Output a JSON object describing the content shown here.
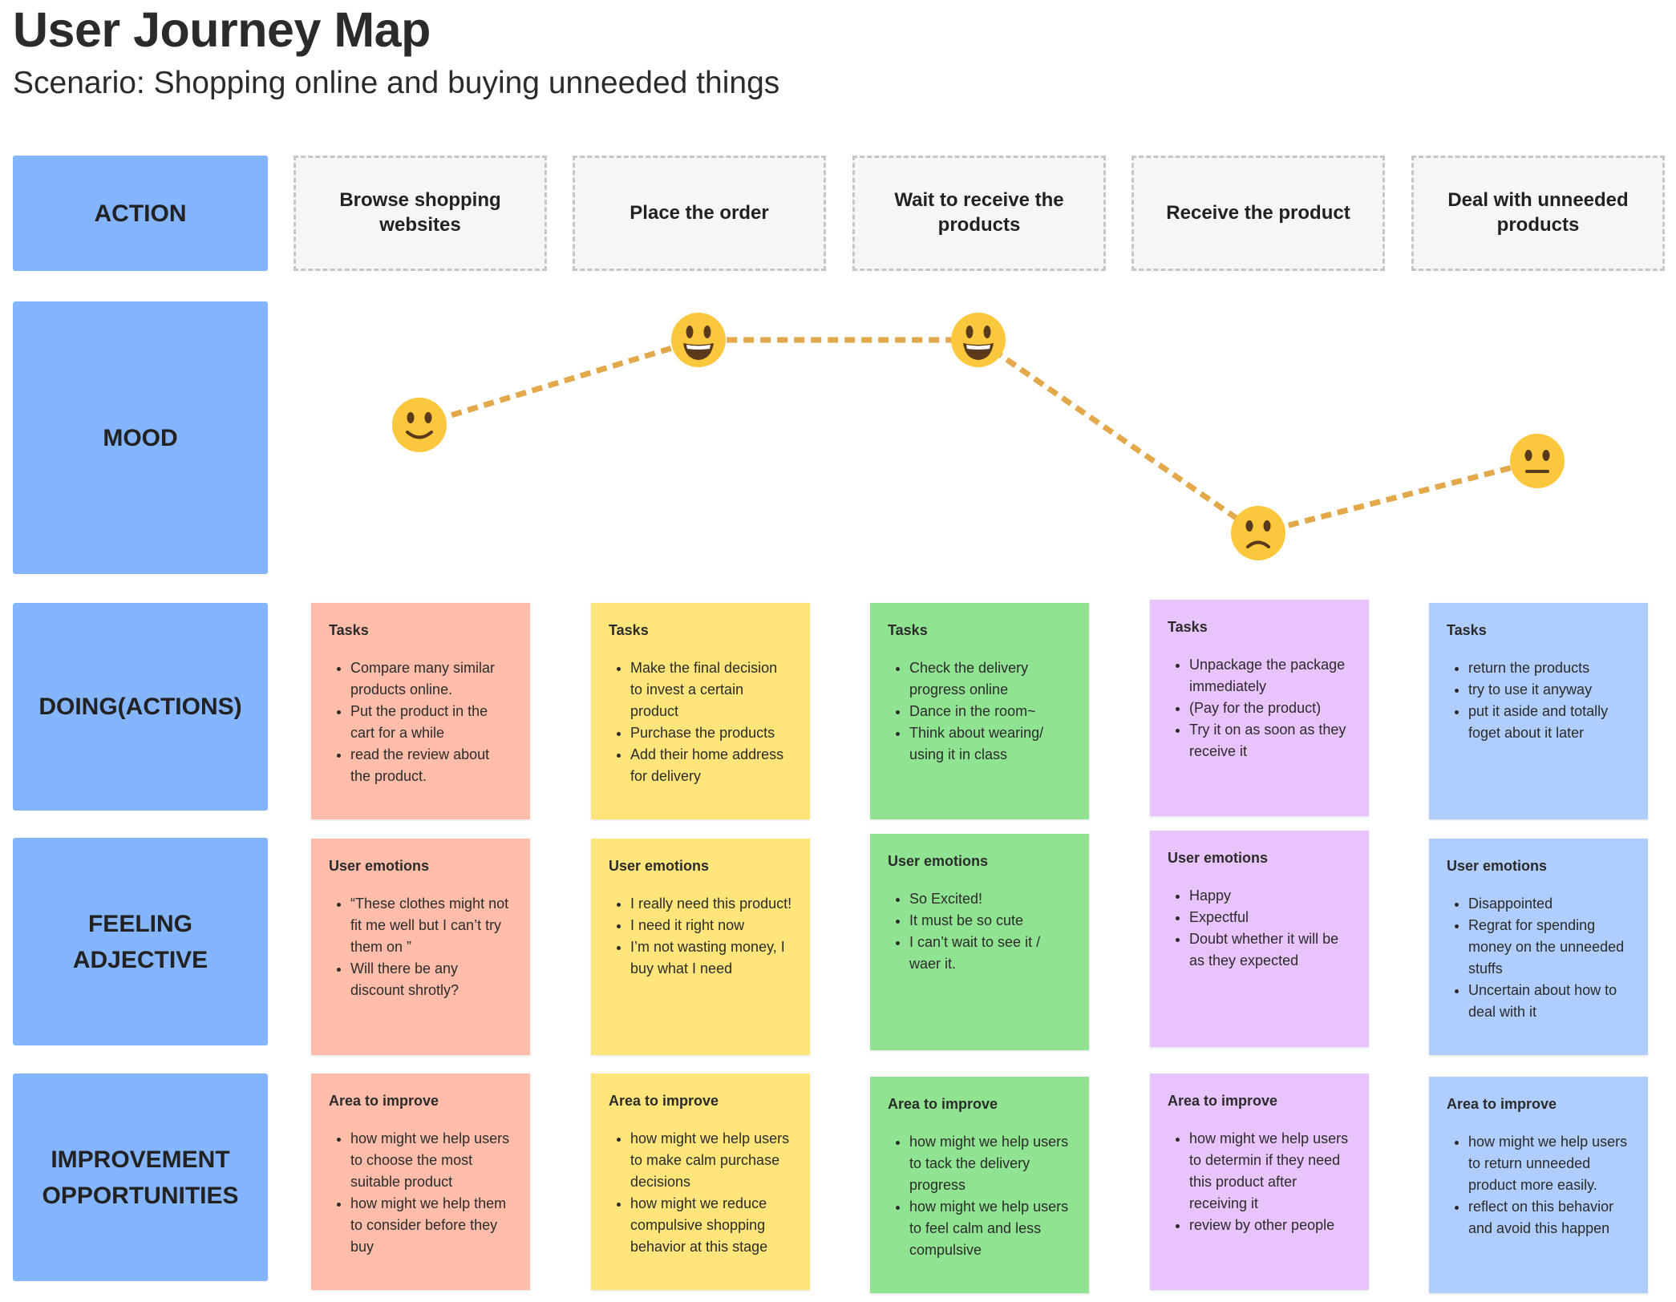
{
  "header": {
    "title": "User Journey Map",
    "subtitle": "Scenario: Shopping online and buying unneeded things"
  },
  "row_labels": {
    "action": "ACTION",
    "mood": "MOOD",
    "doing": "DOING(ACTIONS)",
    "feeling": "FEELING\nADJECTIVE",
    "improvement": "IMPROVEMENT\nOPPORTUNITIES"
  },
  "colors": {
    "label_bg": "#84b4fc",
    "mood_line": "#e2a84a",
    "emoji_face": "#fbc83d",
    "note_red": "#ffbdaa",
    "note_yellow": "#ffe57a",
    "note_green": "#8fe391",
    "note_purple": "#e8c4fd",
    "note_blue": "#afcdfd"
  },
  "stages": [
    {
      "action": "Browse shopping websites",
      "mood": "slightly-smiling",
      "color": "red",
      "doing": {
        "title": "Tasks",
        "items": [
          "Compare many similar products online.",
          "Put the product in the cart for a while",
          "read the review about the product."
        ]
      },
      "feeling": {
        "title": "User emotions",
        "items": [
          "“These clothes might not fit me well but I can’t try them on ”",
          "Will there be any discount shrotly?"
        ]
      },
      "improvement": {
        "title": "Area to improve",
        "items": [
          "how might we help users to choose the most suitable product",
          "how might we help them to consider before they buy"
        ]
      }
    },
    {
      "action": "Place the order",
      "mood": "grinning",
      "color": "yellow",
      "doing": {
        "title": "Tasks",
        "items": [
          "Make the final decision to invest a certain product",
          "Purchase the products",
          "Add their home address for delivery"
        ]
      },
      "feeling": {
        "title": "User emotions",
        "items": [
          "I really need this product!",
          "I need it right now",
          "I’m not wasting money, I buy what I need"
        ]
      },
      "improvement": {
        "title": "Area to improve",
        "items": [
          "how might we help users to make calm purchase decisions",
          "how might we reduce compulsive shopping behavior at this stage"
        ]
      }
    },
    {
      "action": "Wait to receive the products",
      "mood": "grinning",
      "color": "green",
      "doing": {
        "title": "Tasks",
        "items": [
          "Check the delivery progress online",
          "Dance in the room~",
          "Think about wearing/ using it in class"
        ]
      },
      "feeling": {
        "title": "User emotions",
        "items": [
          "So Excited!",
          "It must be so cute",
          "I can’t wait to see it / waer it."
        ]
      },
      "improvement": {
        "title": "Area to improve",
        "items": [
          "how might we help users to tack the delivery progress",
          "how might we help users to feel calm and less compulsive"
        ]
      }
    },
    {
      "action": "Receive the product",
      "mood": "frowning",
      "color": "purple",
      "doing": {
        "title": "Tasks",
        "items": [
          "Unpackage the package immediately",
          "(Pay for the product)",
          "Try it on as soon as they receive it"
        ]
      },
      "feeling": {
        "title": "User emotions",
        "items": [
          "Happy",
          "Expectful",
          "Doubt whether it will be as they expected"
        ]
      },
      "improvement": {
        "title": "Area to improve",
        "items": [
          "how might we help users to determin if they need this product after receiving it",
          "review by other people"
        ]
      }
    },
    {
      "action": "Deal with unneeded products",
      "mood": "neutral",
      "color": "blue",
      "doing": {
        "title": "Tasks",
        "items": [
          "return the products",
          "try to use it anyway",
          "put it aside and totally foget about it later"
        ]
      },
      "feeling": {
        "title": "User emotions",
        "items": [
          "Disappointed",
          "Regrat for spending money on the unneeded stuffs",
          "Uncertain about how to deal with it"
        ]
      },
      "improvement": {
        "title": "Area to improve",
        "items": [
          "how might we help users to return unneeded product more easily.",
          "reflect on this behavior and avoid this happen"
        ]
      }
    }
  ]
}
